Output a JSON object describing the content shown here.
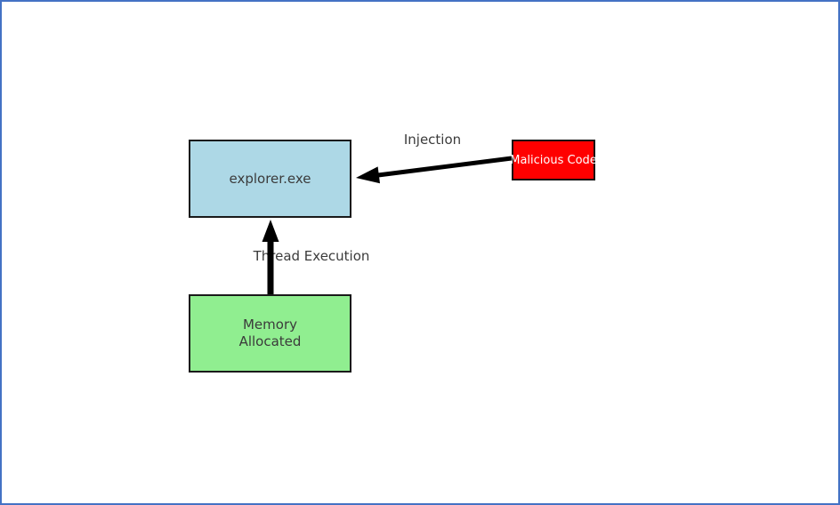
{
  "canvas": {
    "background": "#ffffff",
    "frame_color": "#4472C4"
  },
  "nodes": {
    "explorer": {
      "label": "explorer.exe",
      "fill": "#ADD8E6",
      "border": "#1a1a1a",
      "text_color": "#3b3b3b"
    },
    "memory": {
      "label": "Memory\nAllocated",
      "fill": "#90EE90",
      "border": "#1a1a1a",
      "text_color": "#3b3b3b"
    },
    "malicious": {
      "label": "Malicious Code",
      "fill": "#FF0000",
      "border": "#111111",
      "text_color": "#ffffff"
    }
  },
  "edges": {
    "injection": {
      "label": "Injection",
      "from": "malicious",
      "to": "explorer",
      "color": "#000000"
    },
    "thread": {
      "label": "Thread Execution",
      "from": "memory",
      "to": "explorer",
      "color": "#000000"
    }
  }
}
